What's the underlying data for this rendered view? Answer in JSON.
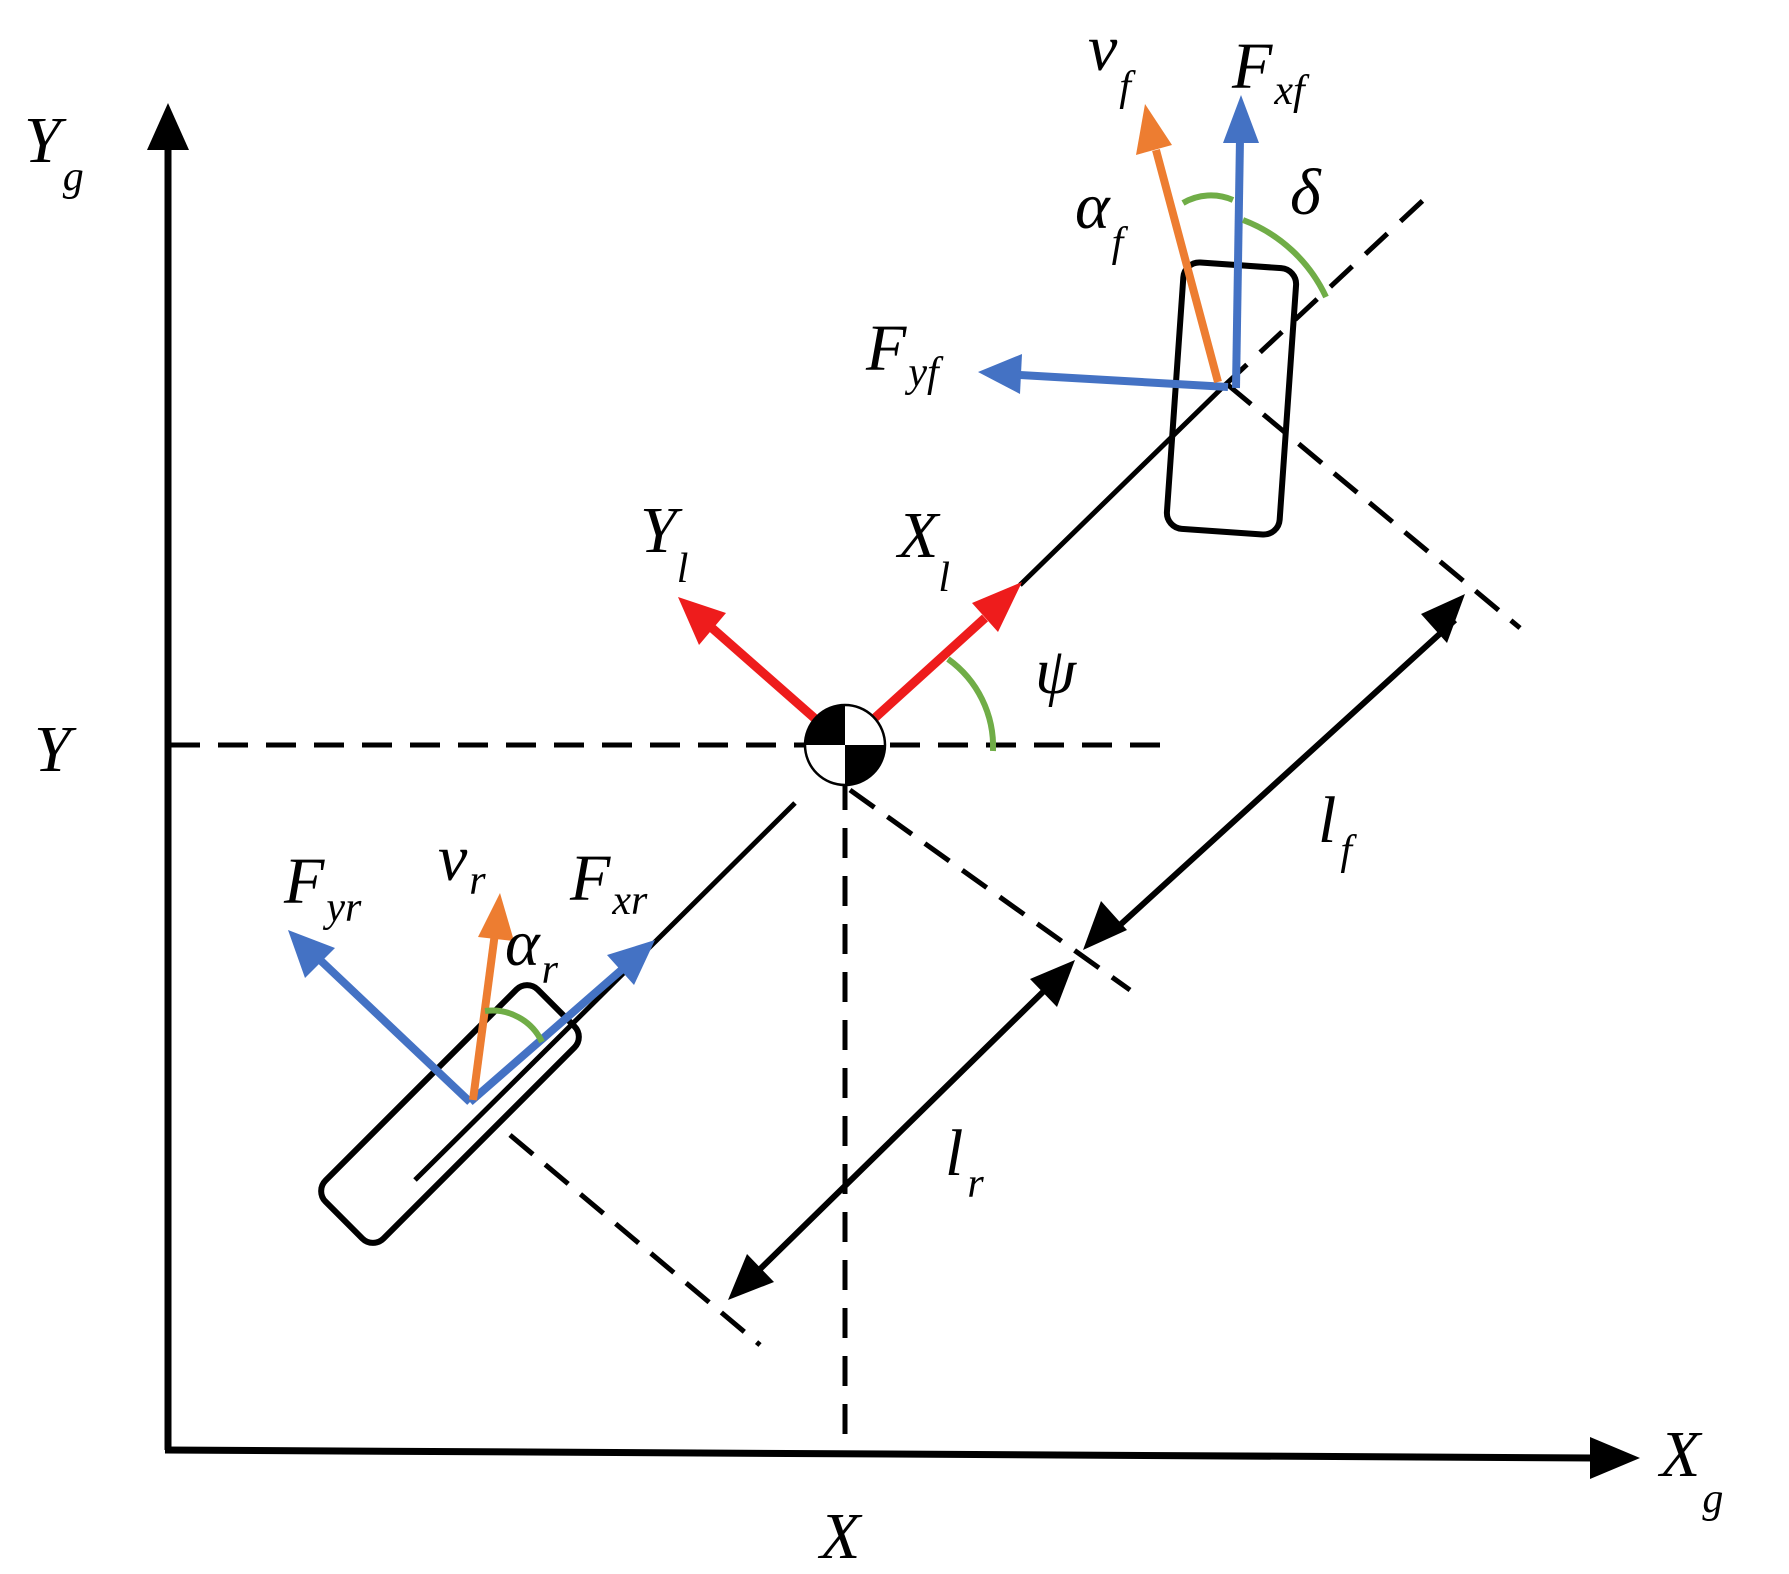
{
  "colors": {
    "black": "#000000",
    "red": "#ee1c1c",
    "blue": "#4472c4",
    "orange": "#ed7d31",
    "green": "#70ad47"
  },
  "labels": {
    "global_x_axis": {
      "main": "X",
      "sub": "g"
    },
    "global_y_axis": {
      "main": "Y",
      "sub": "g"
    },
    "cg_x": "X",
    "cg_y": "Y",
    "local_x": {
      "main": "X",
      "sub": "l"
    },
    "local_y": {
      "main": "Y",
      "sub": "l"
    },
    "yaw_angle": "ψ",
    "steer_angle": "δ",
    "front_velocity": {
      "main": "v",
      "sub": "f"
    },
    "front_long_force": {
      "main": "F",
      "sub": "xf"
    },
    "front_lat_force": {
      "main": "F",
      "sub": "yf"
    },
    "front_slip_angle": {
      "main": "α",
      "sub": "f"
    },
    "rear_velocity": {
      "main": "v",
      "sub": "r"
    },
    "rear_long_force": {
      "main": "F",
      "sub": "xr"
    },
    "rear_lat_force": {
      "main": "F",
      "sub": "yr"
    },
    "rear_slip_angle": {
      "main": "α",
      "sub": "r"
    },
    "front_length": {
      "main": "l",
      "sub": "f"
    },
    "rear_length": {
      "main": "l",
      "sub": "r"
    }
  }
}
